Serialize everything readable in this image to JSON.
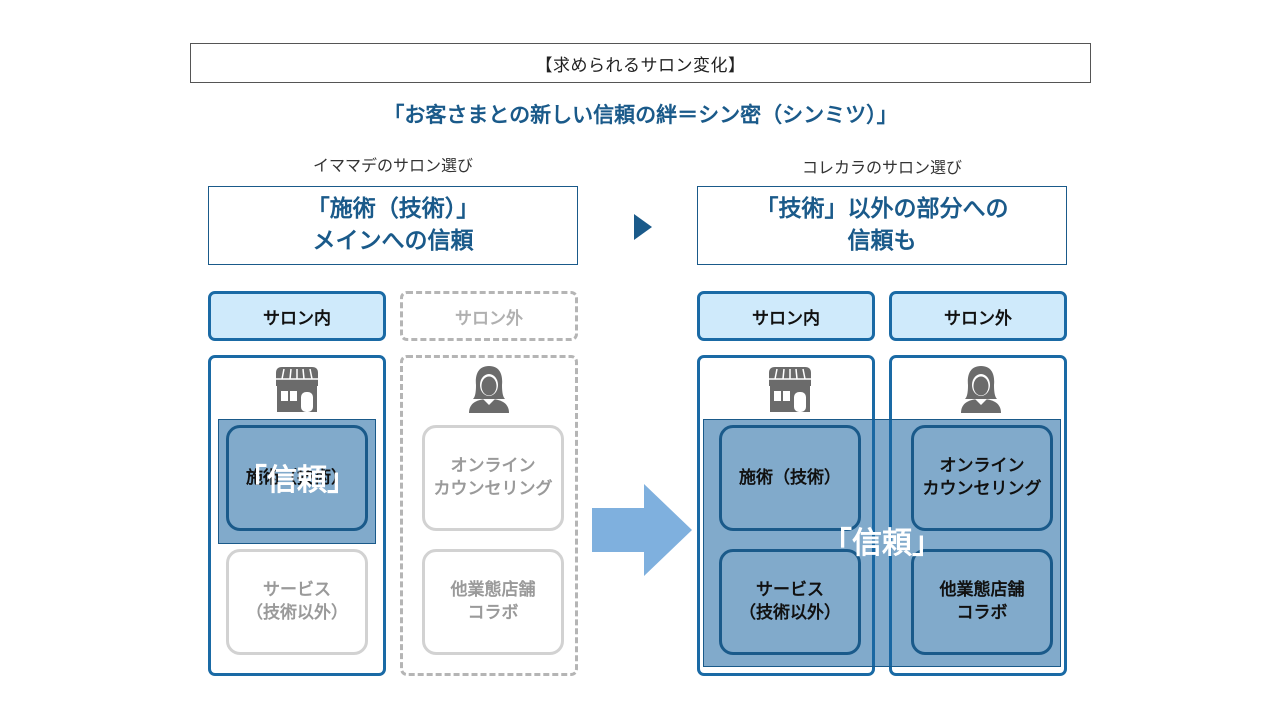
{
  "header": {
    "box_title": "【求められるサロン変化】",
    "headline": "「お客さまとの新しい信頼の絆＝シン密（シンミツ）」"
  },
  "left": {
    "caption": "イママデのサロン選び",
    "summary_line1": "「施術（技術）」",
    "summary_line2": "メインへの信頼",
    "pill_in": "サロン内",
    "pill_out": "サロン外",
    "card_treatment": "施術（技術）",
    "card_service_line1": "サービス",
    "card_service_line2": "（技術以外）",
    "card_online_line1": "オンライン",
    "card_online_line2": "カウンセリング",
    "card_collab_line1": "他業態店舗",
    "card_collab_line2": "コラボ",
    "trust_label": "「信頼」"
  },
  "right": {
    "caption": "コレカラのサロン選び",
    "summary_line1": "「技術」以外の部分への",
    "summary_line2": "信頼も",
    "pill_in": "サロン内",
    "pill_out": "サロン外",
    "card_treatment": "施術（技術）",
    "card_service_line1": "サービス",
    "card_service_line2": "（技術以外）",
    "card_online_line1": "オンライン",
    "card_online_line2": "カウンセリング",
    "card_collab_line1": "他業態店舗",
    "card_collab_line2": "コラボ",
    "trust_label": "「信頼」"
  },
  "icons": {
    "store": "store-icon",
    "person": "person-icon",
    "arrow": "right-arrow-icon"
  },
  "colors": {
    "accent": "#1a5a8a",
    "pill_fill": "#cfeafb",
    "trust_fill": "#5b93c2",
    "arrow": "#7fb0de",
    "muted": "#b5b5b5"
  }
}
